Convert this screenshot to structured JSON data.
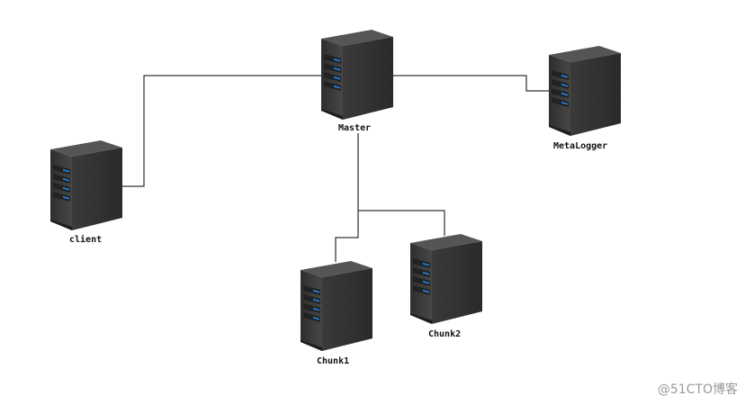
{
  "nodes": {
    "client": {
      "label": "client",
      "icon": "server-icon"
    },
    "master": {
      "label": "Master",
      "icon": "server-icon"
    },
    "metalogger": {
      "label": "MetaLogger",
      "icon": "server-icon"
    },
    "chunk1": {
      "label": "Chunk1",
      "icon": "server-icon"
    },
    "chunk2": {
      "label": "Chunk2",
      "icon": "server-icon"
    }
  },
  "connections": [
    {
      "from": "client",
      "to": "master"
    },
    {
      "from": "master",
      "to": "metalogger"
    },
    {
      "from": "master",
      "to": "chunk1"
    },
    {
      "from": "master",
      "to": "chunk2"
    }
  ],
  "watermark": "@51CTO博客",
  "colors": {
    "server_body": "#3c3c3c",
    "server_side": "#232323",
    "server_top": "#555555",
    "bay_light": "#1e90ff",
    "line": "#000000"
  }
}
